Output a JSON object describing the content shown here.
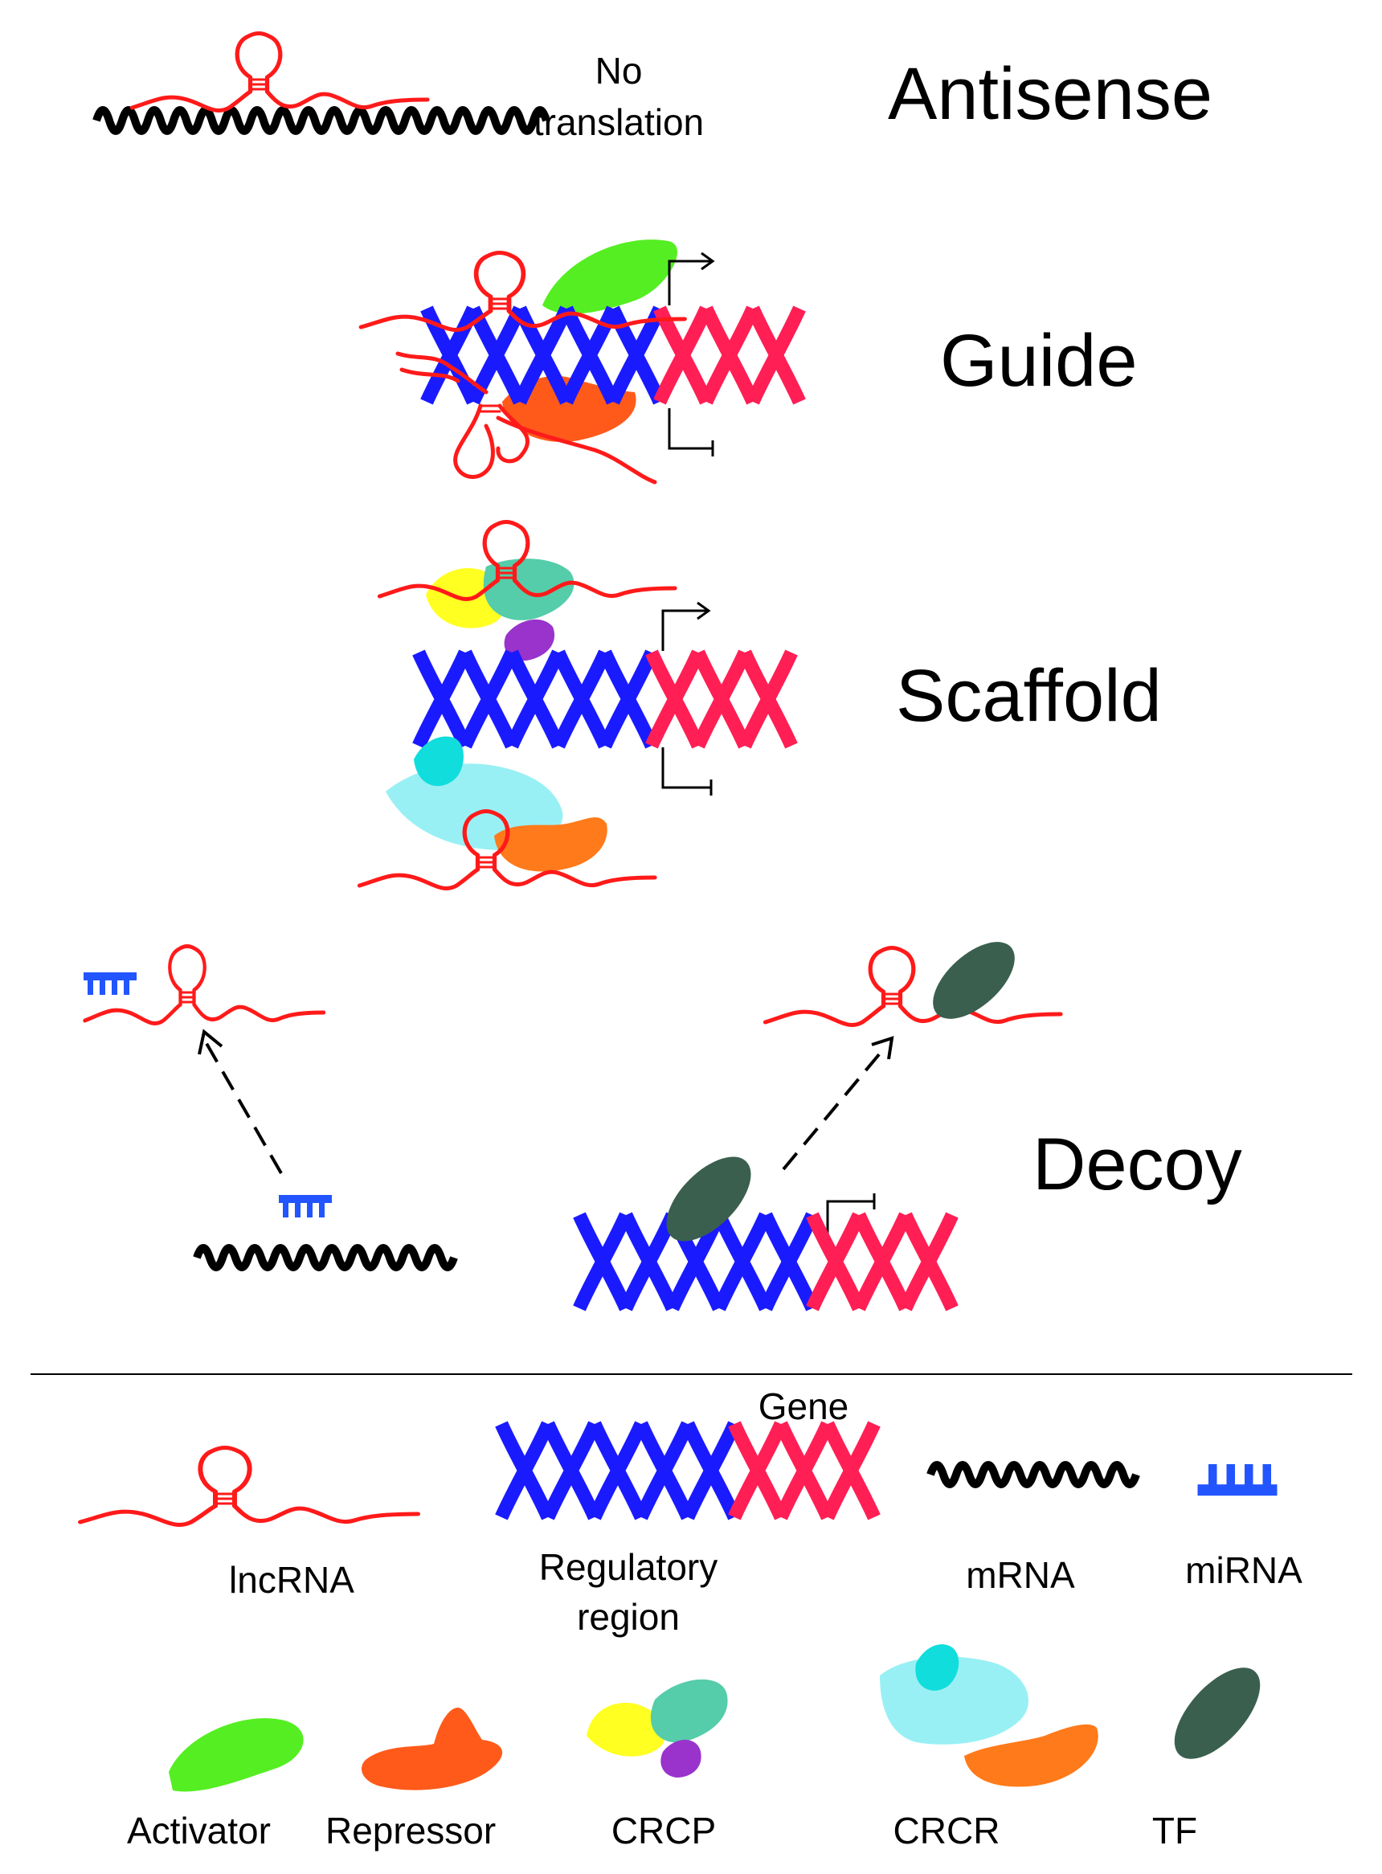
{
  "panels": {
    "antisense": {
      "title": "Antisense",
      "note_line1": "No",
      "note_line2": "translation"
    },
    "guide": {
      "title": "Guide"
    },
    "scaffold": {
      "title": "Scaffold"
    },
    "decoy": {
      "title": "Decoy"
    }
  },
  "legend": {
    "gene_label": "Gene",
    "lncrna_label": "lncRNA",
    "regulatory_line1": "Regulatory",
    "regulatory_line2": "region",
    "mrna_label": "mRNA",
    "mirna_label": "miRNA",
    "activator_label": "Activator",
    "repressor_label": "Repressor",
    "crcp_label": "CRCP",
    "crcr_label": "CRCR",
    "tf_label": "TF"
  },
  "colors": {
    "lncrna": "#ff1a1a",
    "regulatory": "#1a1aff",
    "gene": "#ff1f55",
    "mrna": "#000000",
    "mirna": "#2255ff",
    "activator": "#55ee22",
    "repressor": "#ff5a1a",
    "crcp_yellow": "#ffff22",
    "crcp_teal": "#55ccaa",
    "crcp_purple": "#9933cc",
    "crcr_lightcyan": "#99f0f4",
    "crcr_cyan": "#11dddd",
    "crcr_orange": "#ff7a1a",
    "tf": "#3a5f4f"
  }
}
